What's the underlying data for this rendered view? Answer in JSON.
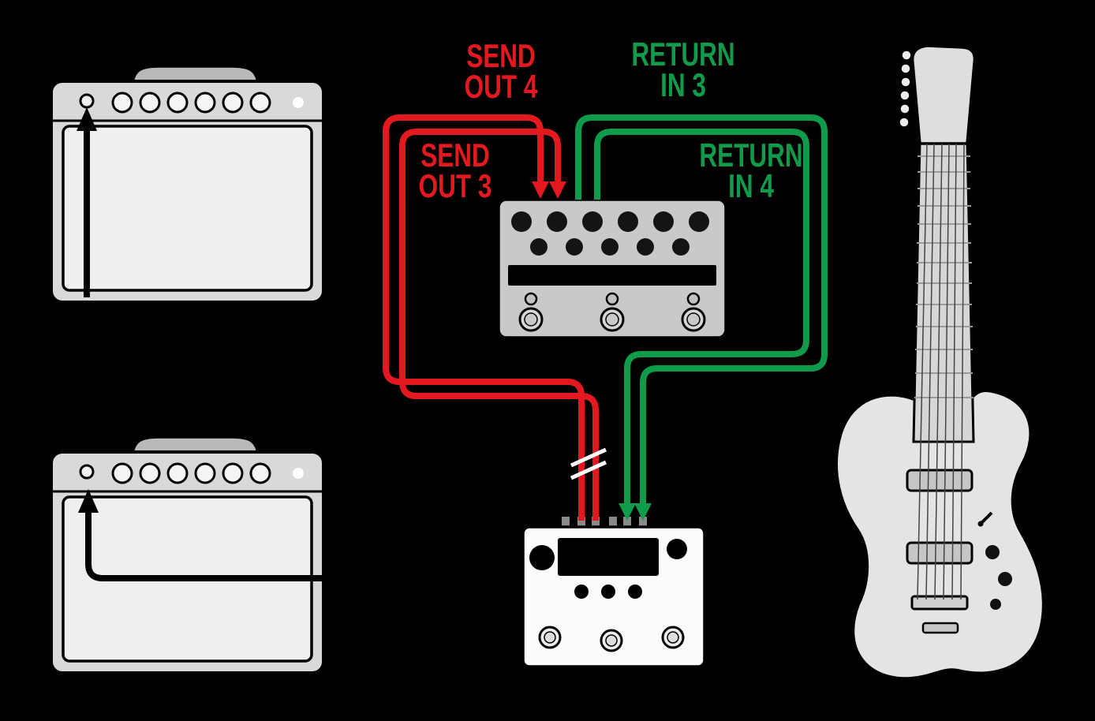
{
  "diagram": {
    "title": "Four-cable amp and effects loop hookup diagram",
    "colors": {
      "background": "#000000",
      "send_cable": "#e3191f",
      "return_cable": "#0f9b4a",
      "instrument_cable": "#000000"
    },
    "cable_labels": {
      "send_out_4": {
        "line1": "SEND",
        "line2": "OUT 4"
      },
      "send_out_3": {
        "line1": "SEND",
        "line2": "OUT 3"
      },
      "return_in_3": {
        "line1": "RETURN",
        "line2": "IN 3"
      },
      "return_in_4": {
        "line1": "RETURN",
        "line2": "IN 4"
      }
    },
    "components": {
      "amp_top_left": "guitar-amplifier",
      "amp_bottom_left": "guitar-amplifier",
      "effects_unit": "multi-effects-pedal",
      "controller": "pedalboard-switcher",
      "guitar": "electric-guitar"
    }
  }
}
